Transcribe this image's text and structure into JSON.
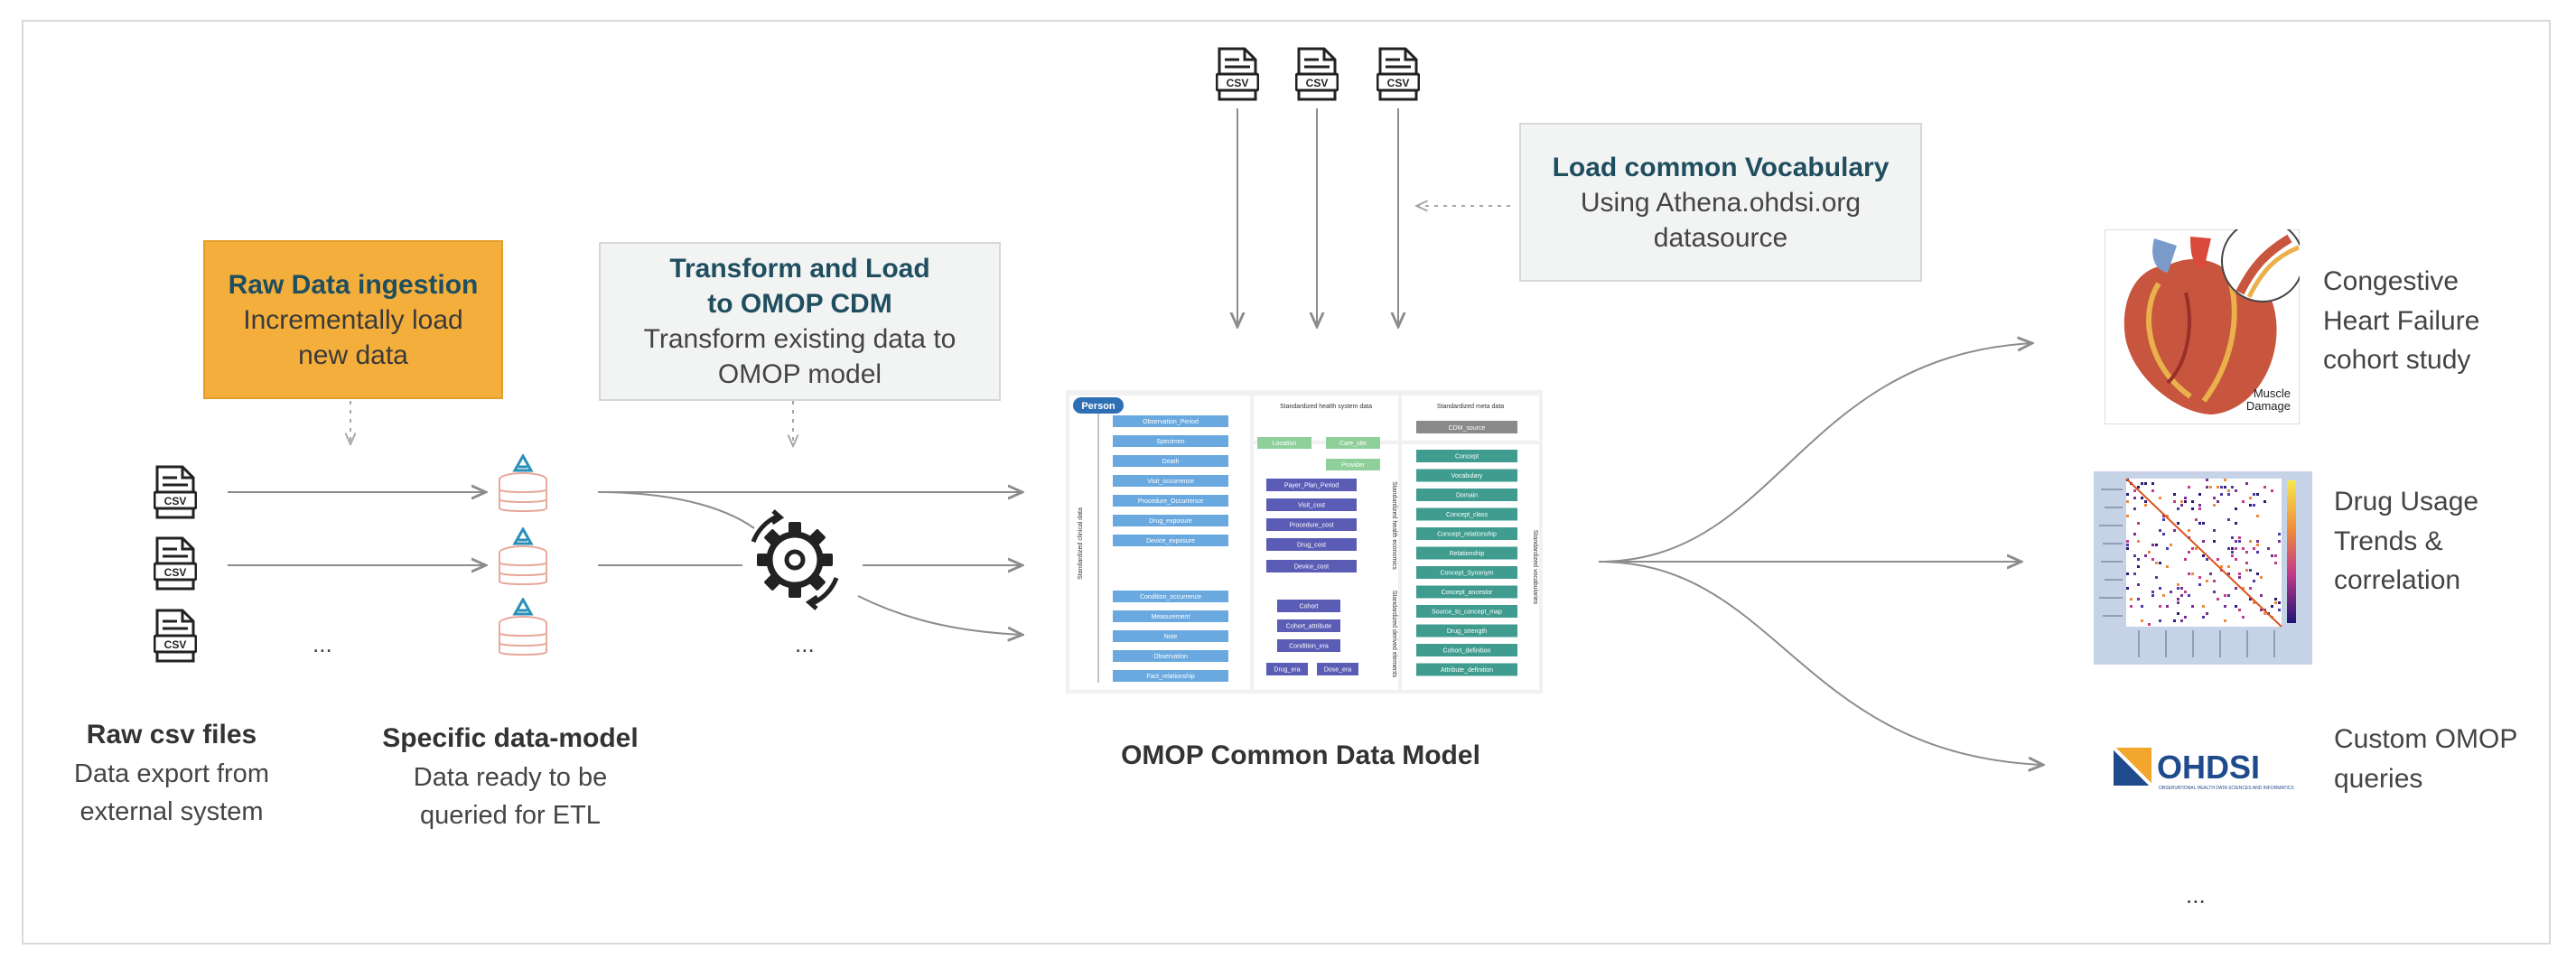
{
  "boxes": {
    "raw_ingestion": {
      "title": "Raw Data ingestion",
      "line1": "Incrementally load",
      "line2": "new data"
    },
    "transform_load": {
      "title1": "Transform and Load",
      "title2": "to OMOP CDM",
      "line1": "Transform existing data to",
      "line2": "OMOP model"
    },
    "vocabulary": {
      "title": "Load common Vocabulary",
      "line1": "Using Athena.ohdsi.org",
      "line2": "datasource"
    }
  },
  "captions": {
    "raw_csv": {
      "title": "Raw csv files",
      "line1": "Data export from",
      "line2": "external system"
    },
    "specific_model": {
      "title": "Specific data-model",
      "line1": "Data  ready to be",
      "line2": "queried for ETL"
    },
    "omop_cdm": {
      "title": "OMOP Common Data Model"
    }
  },
  "csv_label": "CSV",
  "ellipsis": "...",
  "outputs": {
    "chf": {
      "line1": "Congestive",
      "line2": "Heart Failure",
      "line3": "cohort study",
      "image_label1": "Muscle",
      "image_label2": "Damage"
    },
    "drug": {
      "line1": "Drug Usage",
      "line2": "Trends &",
      "line3": "correlation"
    },
    "custom": {
      "line1": "Custom OMOP",
      "line2": "queries",
      "logo_text": "OHDSI",
      "logo_sub": "OBSERVATIONAL HEALTH DATA SCIENCES AND INFORMATICS"
    }
  },
  "cdm": {
    "person": "Person",
    "headers": {
      "clinical": "Standardized clinical data",
      "health_system": "Standardized health system data",
      "meta": "Standardized meta data",
      "vocabularies": "Standardized vocabularies",
      "economics": "Standardized health economics",
      "derived": "Standardized derived elements"
    },
    "clinical": [
      "Observation_Period",
      "Specimen",
      "Death",
      "Visit_occurrence",
      "Procedure_Occurrence",
      "Drug_exposure",
      "Device_exposure",
      "Condition_occurrence",
      "Measurement",
      "Note",
      "Observation",
      "Fact_relationship"
    ],
    "health_system": [
      "Location",
      "Care_site",
      "Provider"
    ],
    "economics": [
      "Payer_Plan_Period",
      "Visit_cost",
      "Procedure_cost",
      "Drug_cost",
      "Device_cost"
    ],
    "derived": [
      "Cohort",
      "Cohort_attribute",
      "Condition_era",
      "Drug_era",
      "Dose_era"
    ],
    "meta": "CDM_source",
    "vocab": [
      "Concept",
      "Vocabulary",
      "Domain",
      "Concept_class",
      "Concept_relationship",
      "Relationship",
      "Concept_Synonym",
      "Concept_ancestor",
      "Source_to_concept_map",
      "Drug_strength",
      "Cohort_definition",
      "Attribute_definition"
    ]
  },
  "colors": {
    "orange": "#f4ae3c",
    "title_teal": "#1f4e5f",
    "arrow_gray": "#8c8c8c",
    "clinical_blue": "#6aa9df",
    "economics_purple": "#5b5cb5",
    "vocab_teal": "#3f9c8f",
    "system_green": "#8fcf9a",
    "db_salmon": "#e8a89a",
    "db_accent": "#2a8fb8"
  }
}
